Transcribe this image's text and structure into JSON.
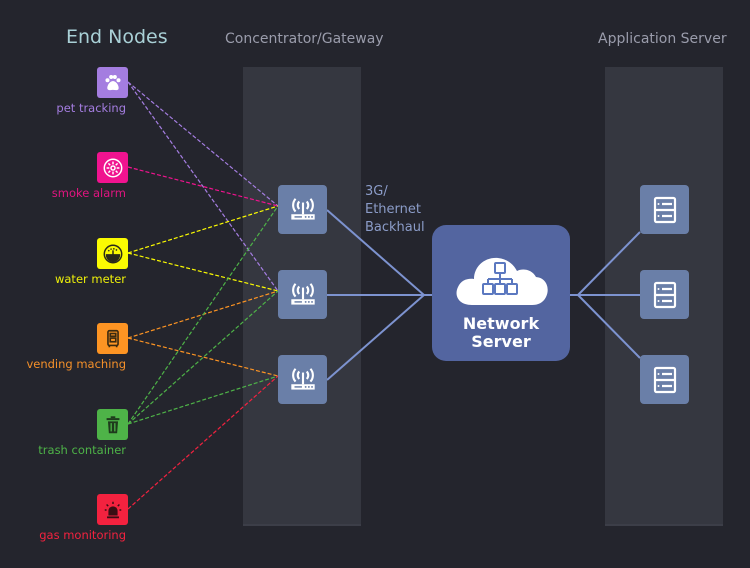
{
  "titles": {
    "end_nodes": "End Nodes",
    "gateway": "Concentrator/Gateway",
    "app_server": "Application Server"
  },
  "end_nodes": [
    {
      "id": "pet",
      "label": "pet tracking",
      "icon": "paw-icon",
      "color": "#a47de0",
      "label_color": "#a47de0",
      "connects_to": [
        0,
        1
      ]
    },
    {
      "id": "smoke",
      "label": "smoke alarm",
      "icon": "smoke-detector-icon",
      "color": "#f0138f",
      "label_color": "#e0157f",
      "connects_to": [
        0
      ]
    },
    {
      "id": "water",
      "label": "water meter",
      "icon": "gauge-icon",
      "color": "#fbfb02",
      "label_color": "#eef00a",
      "connects_to": [
        0,
        1
      ]
    },
    {
      "id": "vending",
      "label": "vending maching",
      "icon": "vending-machine-icon",
      "color": "#fd9423",
      "label_color": "#f4902a",
      "connects_to": [
        1,
        2
      ]
    },
    {
      "id": "trash",
      "label": "trash container",
      "icon": "trash-icon",
      "color": "#4eb348",
      "label_color": "#4eb348",
      "connects_to": [
        0,
        1,
        2
      ]
    },
    {
      "id": "gas",
      "label": "gas monitoring",
      "icon": "alarm-light-icon",
      "color": "#f3223f",
      "label_color": "#f3223f",
      "connects_to": [
        2
      ]
    }
  ],
  "gateways": [
    {
      "icon": "router-icon"
    },
    {
      "icon": "router-icon"
    },
    {
      "icon": "router-icon"
    }
  ],
  "backhaul_label": [
    "3G/",
    "Ethernet",
    "Backhaul"
  ],
  "network_server": {
    "line1": "Network",
    "line2": "Server",
    "icon": "cloud-network-icon"
  },
  "app_servers": [
    {
      "icon": "server-icon"
    },
    {
      "icon": "server-icon"
    },
    {
      "icon": "server-icon"
    }
  ],
  "colors": {
    "background": "#24252d",
    "panel": "#353740",
    "device_box": "#6a7fa8",
    "network_server": "#5365a0",
    "link": "#7d93d0"
  }
}
